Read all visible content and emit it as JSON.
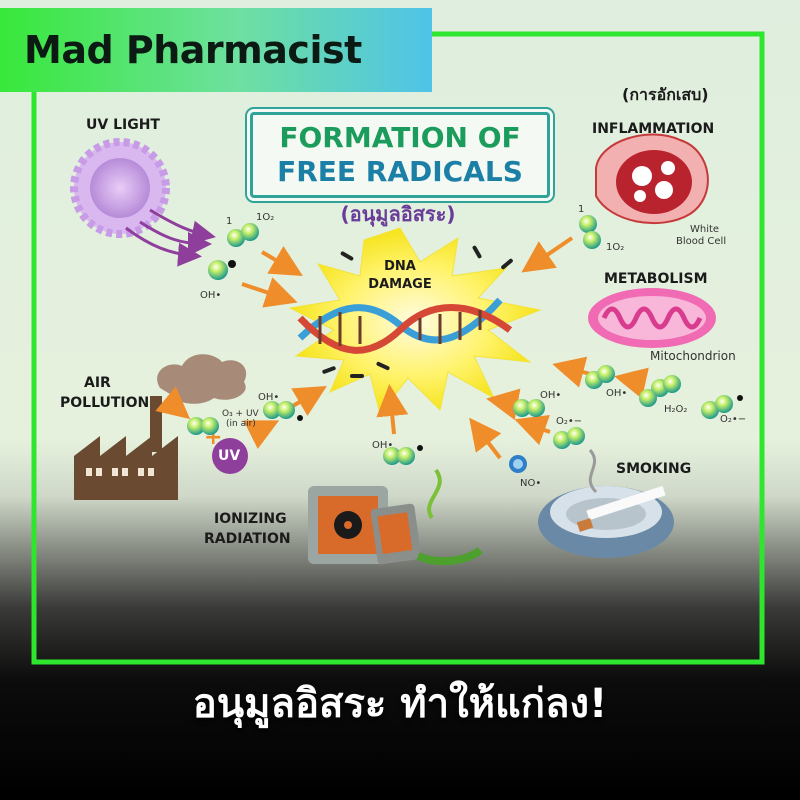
{
  "brand": {
    "name": "Mad Pharmacist",
    "colors": {
      "green": "#38e83a",
      "cyan": "#4fc3e8",
      "frame": "#2ee62e"
    }
  },
  "diagram": {
    "title_line1": "FORMATION OF",
    "title_line2": "FREE RADICALS",
    "title_thai": "(อนุมูลอิสระ)",
    "center": {
      "line1": "DNA",
      "line2": "DAMAGE"
    },
    "sources": {
      "uv": "UV LIGHT",
      "inflammation_thai": "(การอักเสบ)",
      "inflammation": "INFLAMMATION",
      "white_blood_cell_1": "White",
      "white_blood_cell_2": "Blood Cell",
      "metabolism": "METABOLISM",
      "mitochondrion": "Mitochondrion",
      "air_1": "AIR",
      "air_2": "POLLUTION",
      "ionizing_1": "IONIZING",
      "ionizing_2": "RADIATION",
      "smoking": "SMOKING"
    },
    "molecules": {
      "singlet_1": "1",
      "o2": "1O₂",
      "oh": "OH•",
      "o3_uv_1": "O₃ + UV",
      "o3_uv_2": "(in air)",
      "uv_badge": "UV",
      "h2o2": "H₂O₂",
      "superoxide": "O₂•−",
      "no": "NO•"
    }
  },
  "caption": "อนุมูลอิสระ ทำให้แก่ลง!"
}
